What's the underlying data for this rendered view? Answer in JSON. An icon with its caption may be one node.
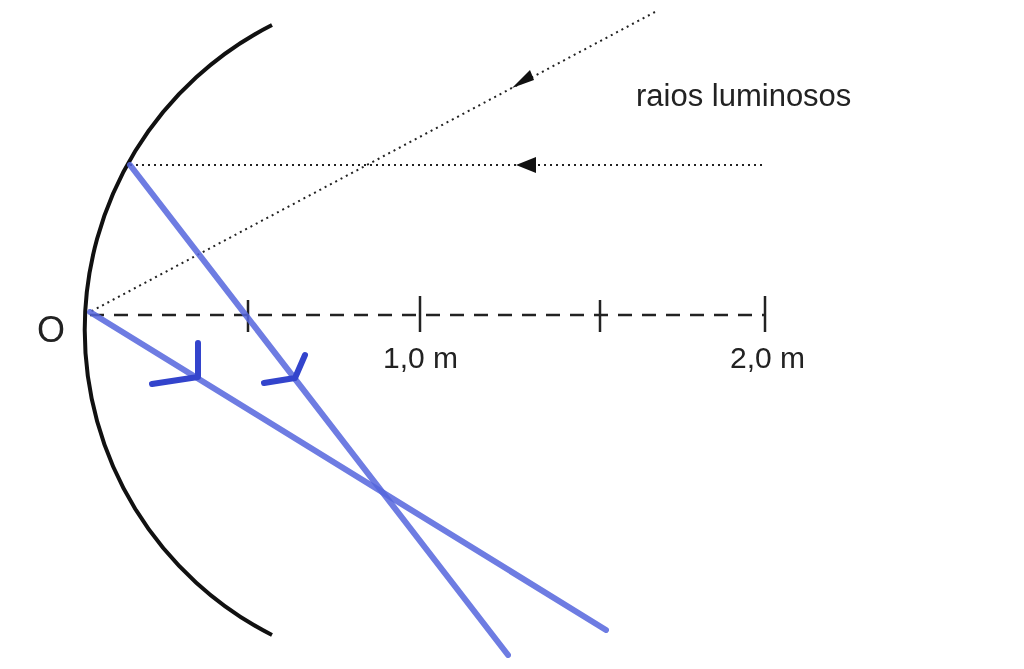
{
  "diagram": {
    "labels": [
      "raios luminosos",
      "O",
      "1,0 m",
      "2,0 m"
    ]
  }
}
